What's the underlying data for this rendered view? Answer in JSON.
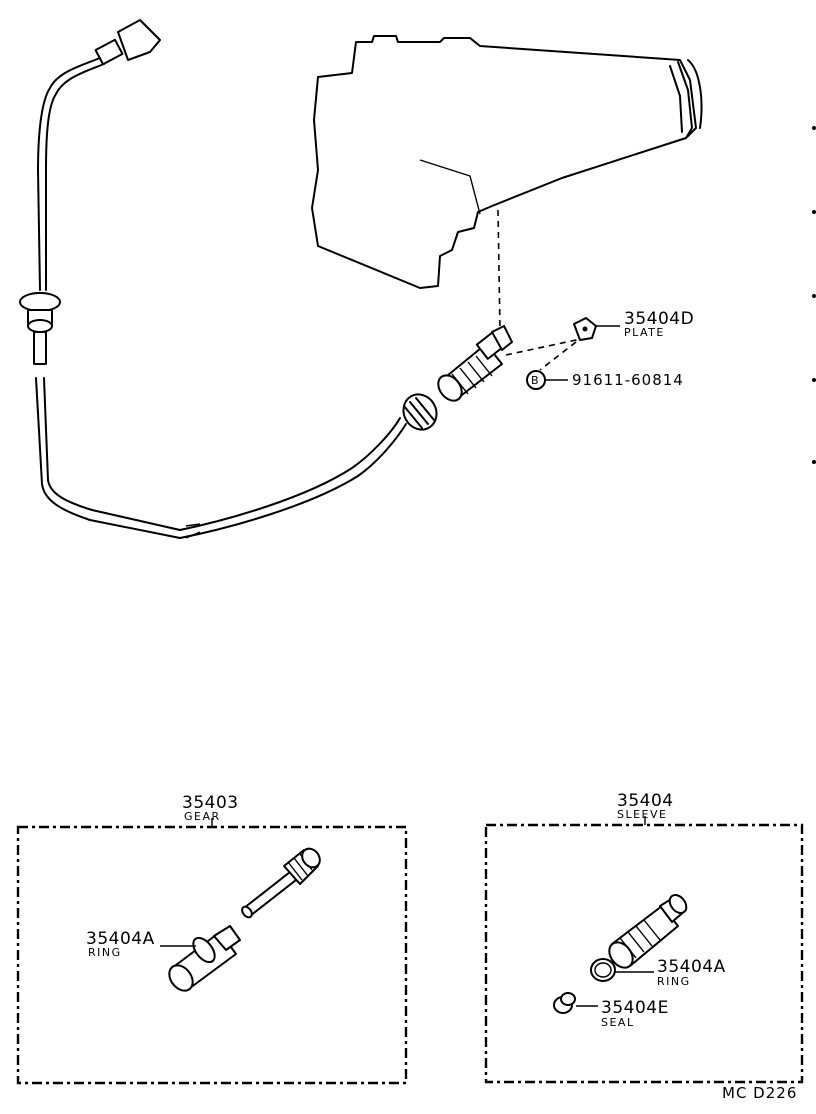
{
  "callouts": {
    "plate": {
      "number": "35404D",
      "name": "PLATE"
    },
    "bolt": {
      "badge": "B",
      "number": "91611-60814"
    }
  },
  "gear_box": {
    "number": "35403",
    "name": "GEAR",
    "ring": {
      "number": "35404A",
      "name": "RING"
    }
  },
  "sleeve_box": {
    "number": "35404",
    "name": "SLEEVE",
    "ring": {
      "number": "35404A",
      "name": "RING"
    },
    "seal": {
      "number": "35404E",
      "name": "SEAL"
    }
  },
  "diagram_ref": "MC  D226"
}
